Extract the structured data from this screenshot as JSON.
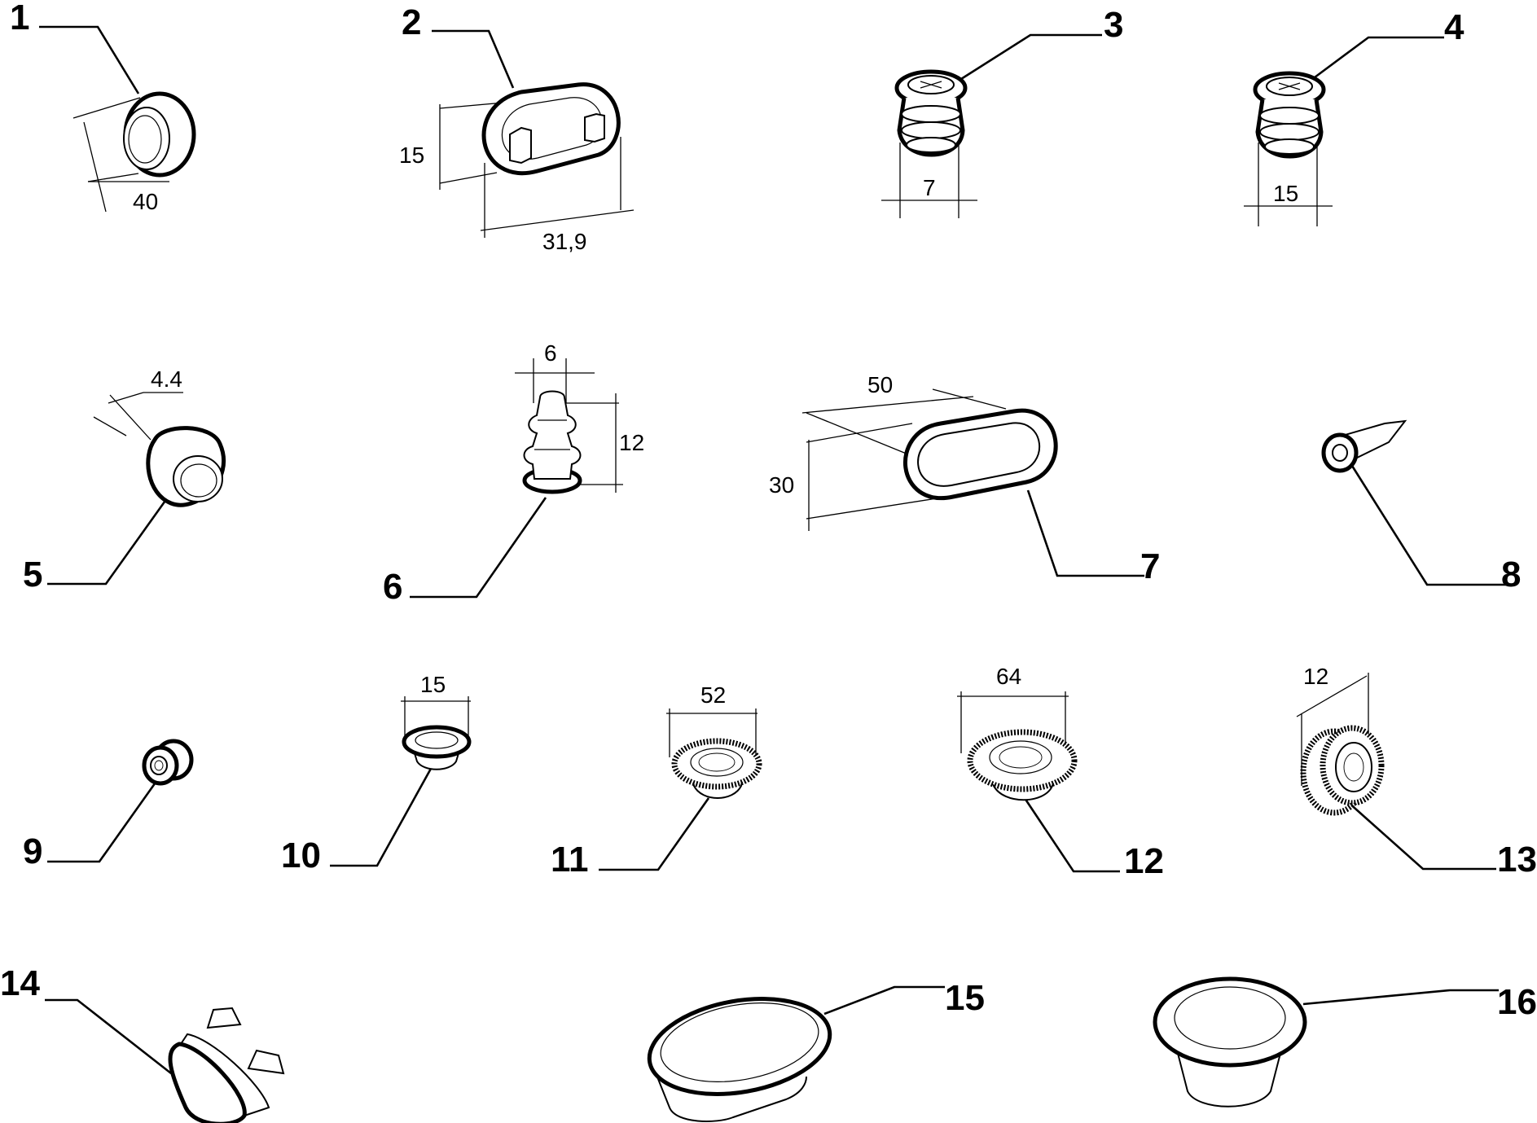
{
  "parts": [
    {
      "number": "1",
      "dimension": "40",
      "icon": "grommet-ring-icon"
    },
    {
      "number": "2",
      "dimension_height": "15",
      "dimension_width": "31,9",
      "icon": "oval-plug-with-tabs-icon"
    },
    {
      "number": "3",
      "dimension": "7",
      "icon": "ribbed-push-nut-icon"
    },
    {
      "number": "4",
      "dimension": "15",
      "icon": "ribbed-push-nut-icon"
    },
    {
      "number": "5",
      "dimension": "4.4",
      "icon": "round-cap-plug-icon"
    },
    {
      "number": "6",
      "dimension_width": "6",
      "dimension_height": "12",
      "icon": "christmas-tree-clip-icon"
    },
    {
      "number": "7",
      "dimension_width": "50",
      "dimension_height": "30",
      "icon": "oval-plug-icon"
    },
    {
      "number": "8",
      "icon": "pointed-rivet-icon"
    },
    {
      "number": "9",
      "icon": "small-bushing-icon"
    },
    {
      "number": "10",
      "dimension": "15",
      "icon": "button-plug-icon"
    },
    {
      "number": "11",
      "dimension": "52",
      "icon": "rubber-plug-icon"
    },
    {
      "number": "12",
      "dimension": "64",
      "icon": "rubber-plug-icon"
    },
    {
      "number": "13",
      "dimension": "12",
      "icon": "rubber-grommet-icon"
    },
    {
      "number": "14",
      "icon": "side-marker-clip-icon"
    },
    {
      "number": "15",
      "icon": "large-oval-plug-icon"
    },
    {
      "number": "16",
      "icon": "large-round-plug-icon"
    }
  ]
}
